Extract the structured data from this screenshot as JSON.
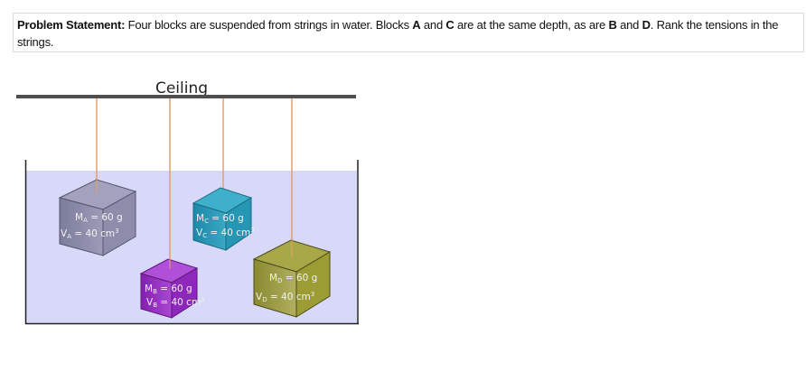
{
  "problem": {
    "label": "Problem Statement:",
    "text_1": " Four blocks are suspended from strings in water.  Blocks ",
    "block_a": "A",
    "text_2": " and ",
    "block_c": "C",
    "text_3": " are at the same depth, as are ",
    "block_b": "B",
    "text_4": " and ",
    "block_d": "D",
    "text_5": ".  Rank the tensions in the strings."
  },
  "diagram": {
    "ceiling_label": "Ceiling",
    "colors": {
      "water": "#d8d8f8",
      "string": "#e3a06c",
      "ceiling": "#555555",
      "block_a": "#8a8aa8",
      "block_b": "#9a2fc0",
      "block_c": "#2a9bb8",
      "block_d": "#9a9a38"
    },
    "blocks": [
      {
        "id": "A",
        "mass_label": "M",
        "mass_sub": "A",
        "mass_value": " = 60 g",
        "vol_label": "V",
        "vol_sub": "A",
        "vol_value": " = 40 cm",
        "vol_unit_exp": "3"
      },
      {
        "id": "B",
        "mass_label": "M",
        "mass_sub": "B",
        "mass_value": " = 60 g",
        "vol_label": "V",
        "vol_sub": "B",
        "vol_value": " = 40 cm",
        "vol_unit_exp": "3"
      },
      {
        "id": "C",
        "mass_label": "M",
        "mass_sub": "C",
        "mass_value": " = 60 g",
        "vol_label": "V",
        "vol_sub": "C",
        "vol_value": " = 40 cm",
        "vol_unit_exp": "3"
      },
      {
        "id": "D",
        "mass_label": "M",
        "mass_sub": "D",
        "mass_value": " = 60 g",
        "vol_label": "V",
        "vol_sub": "D",
        "vol_value": " = 40 cm",
        "vol_unit_exp": "3"
      }
    ]
  }
}
